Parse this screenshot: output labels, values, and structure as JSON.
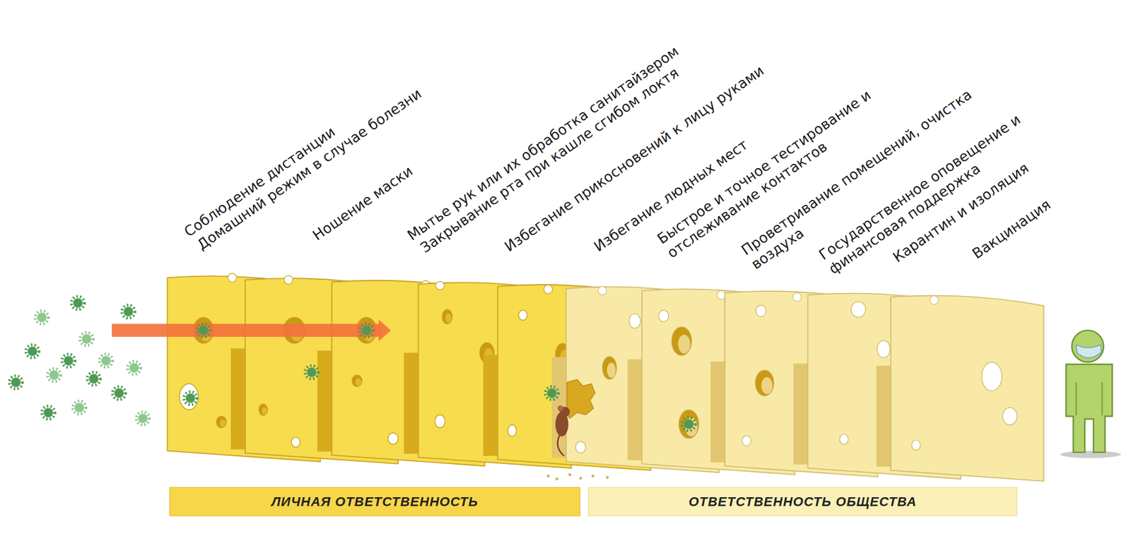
{
  "diagram": {
    "nodes": [
      {
        "text": [
          "ЛИЧНАЯ ОТВЕТСТВЕННОСТЬ"
        ]
      },
      {
        "text": [
          "ОТВЕТСТВЕННОСТЬ ОБЩЕСТВА"
        ]
      }
    ],
    "labels": [
      "Соблюдение дистанции",
      "Домашний режим в случае болезни",
      "Ношение маски",
      "Мытье рук или их обработка санитайзером",
      "Закрывание рта при кашле сгибом локтя",
      "Избегание прикосновений к лицу руками",
      "Избегание людных мест",
      "Быстрое и точное тестирование и отслеживание контактов",
      "Проветривание помещений, очистка воздуха",
      "Государственное оповещение и финансовая поддержка",
      "Карантин и изоляция",
      "Вакцинация"
    ]
  }
}
